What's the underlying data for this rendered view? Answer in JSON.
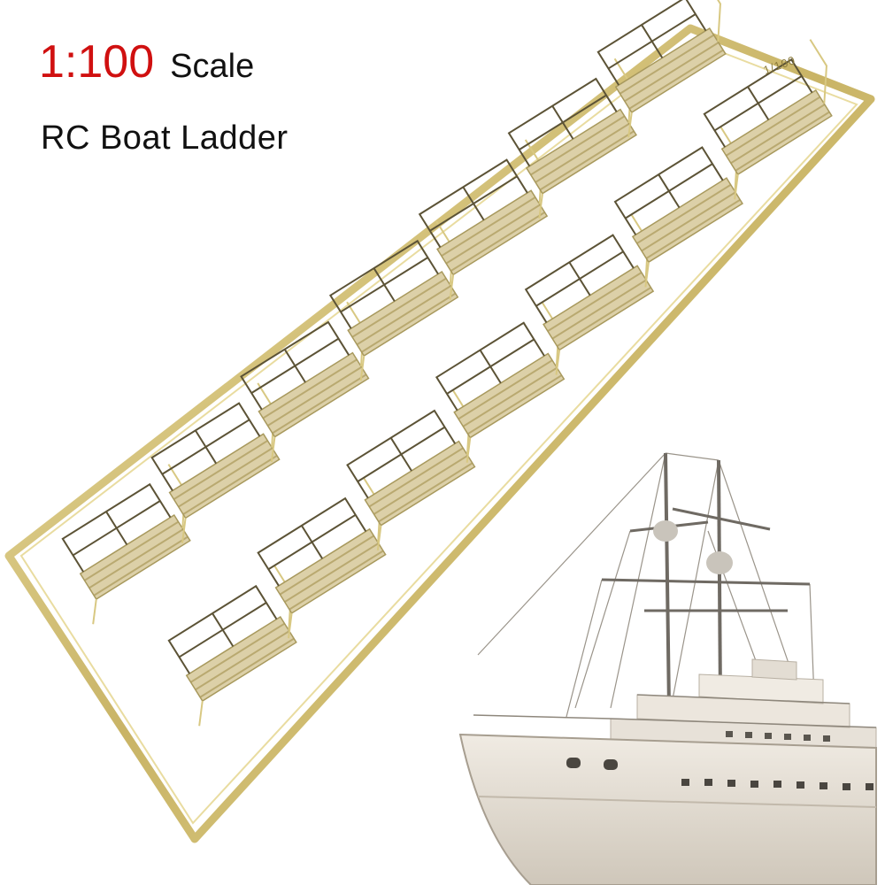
{
  "headline": {
    "scale_value": "1:100",
    "scale_word": "Scale",
    "product_name": "RC Boat Ladder"
  },
  "fret": {
    "part_code": "1/100",
    "ladder_count": 14
  },
  "colors": {
    "brass_frame": "#c9b466",
    "brass_highlight": "#efe2a6",
    "tread": "#dcd0a8",
    "hull": "#e8e2d8",
    "text_accent": "#d01010",
    "text_main": "#111111"
  }
}
